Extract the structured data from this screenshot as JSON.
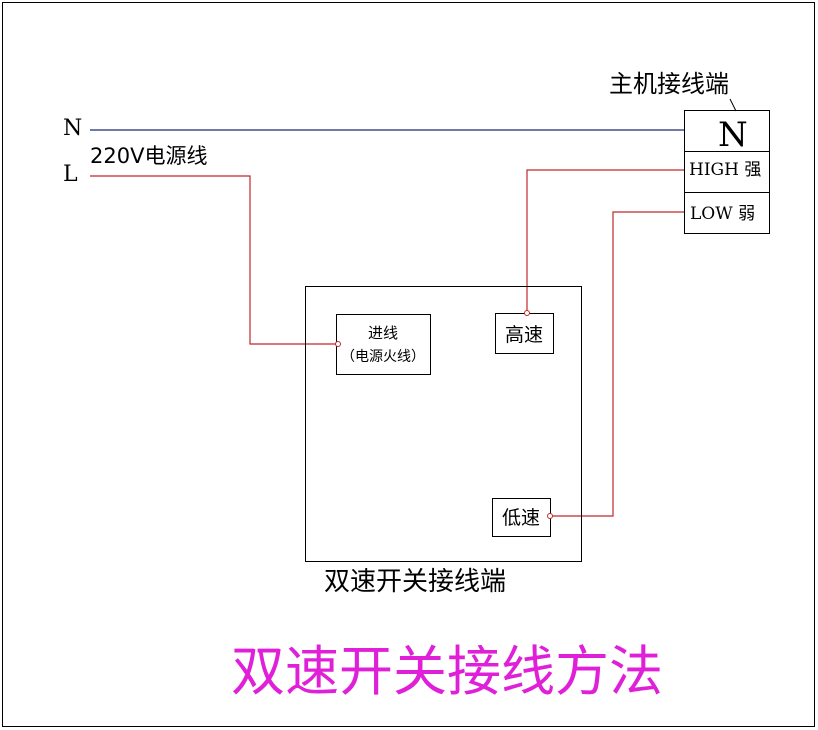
{
  "title": "双速开关接线方法",
  "title_color": "#e020d8",
  "wire_color_live": "#c0282c",
  "wire_color_neutral": "#1c2a6e",
  "power": {
    "n_label": "N",
    "l_label": "L",
    "source_label": "220V电源线"
  },
  "host_terminal": {
    "caption": "主机接线端",
    "n_label": "N",
    "high_label": "HIGH 强",
    "low_label": "LOW 弱"
  },
  "switch": {
    "caption": "双速开关接线端",
    "input_line1": "进线",
    "input_line2": "（电源火线）",
    "high_label": "高速",
    "low_label": "低速"
  }
}
